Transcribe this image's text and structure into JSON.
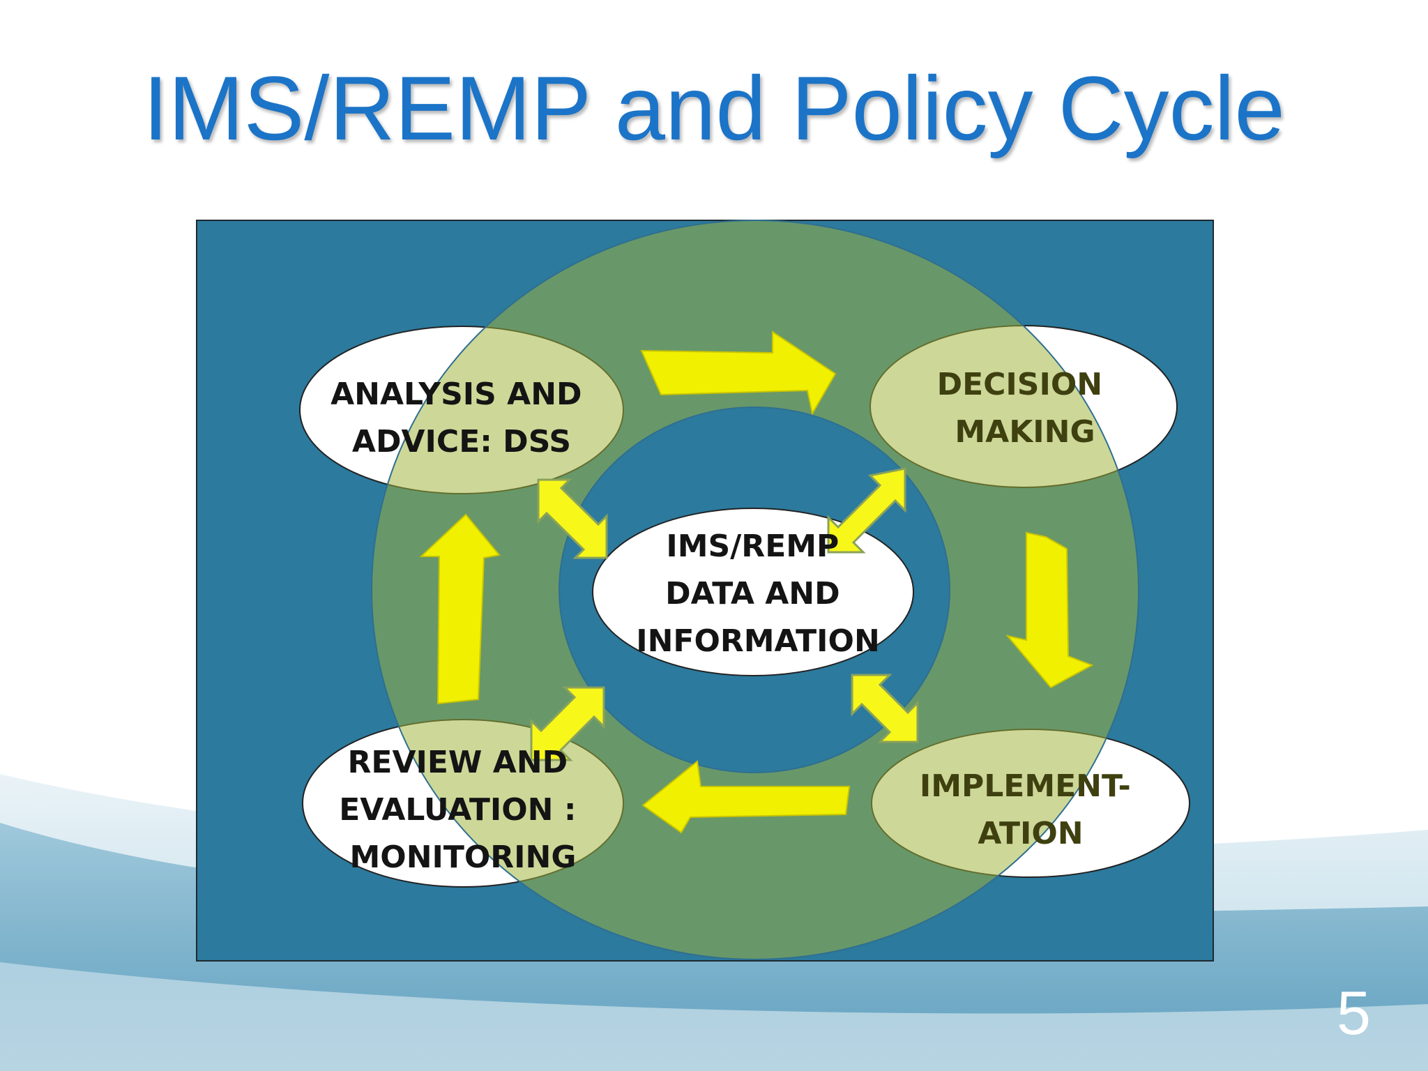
{
  "slide": {
    "title": "IMS/REMP and Policy Cycle",
    "number": "5"
  },
  "diagram": {
    "center": {
      "lines": [
        "IMS/REMP",
        "DATA AND",
        "INFORMATION"
      ]
    },
    "nodes": {
      "analysis": {
        "lines": [
          "ANALYSIS AND",
          "ADVICE: DSS"
        ]
      },
      "decision": {
        "lines": [
          "DECISION",
          "MAKING"
        ]
      },
      "implementation": {
        "lines": [
          "IMPLEMENT-",
          "ATION"
        ]
      },
      "review": {
        "lines": [
          "REVIEW AND",
          "EVALUATION :",
          "MONITORING"
        ]
      }
    }
  },
  "colors": {
    "title": "#1b74c7",
    "panel": "#2c7a9e",
    "ring": "#6a9a5e",
    "arrow": "#f0f000",
    "node_fill": "#ffffff",
    "label_dark": "#141414",
    "label_olive": "#3f4010"
  }
}
